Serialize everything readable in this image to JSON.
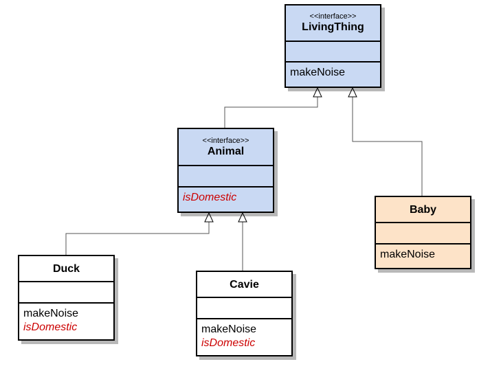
{
  "colors": {
    "interface_fill": "#c9d9f3",
    "baby_fill": "#fde3c8",
    "class_fill": "#ffffff",
    "abstract_text": "#cc0000"
  },
  "classes": {
    "living_thing": {
      "stereotype": "<<interface>>",
      "name": "LivingThing",
      "ops": [
        "makeNoise"
      ]
    },
    "animal": {
      "stereotype": "<<interface>>",
      "name": "Animal",
      "ops": [
        "isDomestic"
      ]
    },
    "baby": {
      "name": "Baby",
      "ops": [
        "makeNoise"
      ]
    },
    "duck": {
      "name": "Duck",
      "ops": [
        "makeNoise",
        "isDomestic"
      ]
    },
    "cavie": {
      "name": "Cavie",
      "ops": [
        "makeNoise",
        "isDomestic"
      ]
    }
  },
  "relations": [
    {
      "from": "Animal",
      "to": "LivingThing",
      "type": "generalization"
    },
    {
      "from": "Baby",
      "to": "LivingThing",
      "type": "generalization"
    },
    {
      "from": "Duck",
      "to": "Animal",
      "type": "generalization"
    },
    {
      "from": "Cavie",
      "to": "Animal",
      "type": "generalization"
    }
  ]
}
